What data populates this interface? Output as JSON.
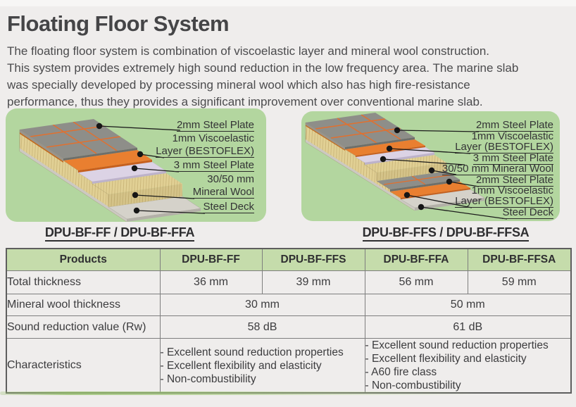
{
  "page": {
    "title": "Floating Floor System",
    "paragraph_lines": [
      "The floating floor system is combination of viscoelastic layer and mineral wool construction.",
      "This system provides extremely high sound reduction in the low frequency area. The marine slab",
      "was specially developed by processing mineral wool which also has high fire-resistance",
      "performance, thus they provides a significant improvement over conventional marine slab."
    ]
  },
  "diagrams": {
    "left": {
      "caption": "DPU-BF-FF / DPU-BF-FFA",
      "labels": {
        "steel_top": "2mm Steel Plate",
        "visco_a": "1mm Viscoelastic",
        "visco_b": "Layer (BESTOFLEX)",
        "steel_mid": "3 mm Steel Plate",
        "wool_a": "30/50 mm",
        "wool_b": "Mineral Wool",
        "deck": "Steel Deck"
      }
    },
    "right": {
      "caption": "DPU-BF-FFS / DPU-BF-FFSA",
      "labels": {
        "steel_top": "2mm Steel Plate",
        "visco1_a": "1mm Viscoelastic",
        "visco1_b": "Layer (BESTOFLEX)",
        "steel_mid": "3 mm Steel Plate",
        "wool": "30/50 mm Mineral Wool",
        "steel2": "2mm Steel Plate",
        "visco2_a": "1mm Viscoelastic",
        "visco2_b": "Layer (BESTOFLEX)",
        "deck": "Steel Deck"
      }
    }
  },
  "table": {
    "header": [
      "Products",
      "DPU-BF-FF",
      "DPU-BF-FFS",
      "DPU-BF-FFA",
      "DPU-BF-FFSA"
    ],
    "rows": {
      "total_thickness": {
        "label": "Total thickness",
        "values": [
          "36 mm",
          "39 mm",
          "56 mm",
          "59 mm"
        ]
      },
      "mineral_wool": {
        "label": "Mineral wool thickness",
        "values": [
          "30 mm",
          "50 mm"
        ]
      },
      "sound_reduction": {
        "label": "Sound reduction value (Rw)",
        "values": [
          "58 dB",
          "61 dB"
        ]
      },
      "characteristics": {
        "label": "Characteristics",
        "left_items": [
          "- Excellent sound reduction properties",
          "- Excellent flexibility and elasticity",
          "- Non-combustibility"
        ],
        "right_items": [
          "- Excellent sound reduction properties",
          "- Excellent flexibility and elasticity",
          "- A60 fire class",
          "- Non-combustibility"
        ]
      }
    }
  },
  "colors": {
    "panel_green": "#b3d69f",
    "table_header_green": "#c5dcab",
    "steel_plate_gray": "#8e8e89",
    "viscoelastic_orange": "#e97f30",
    "steel_plate_lavender": "#dcd3e5",
    "mineral_wool_tan": "#e8d9a0",
    "steel_deck_gray": "#d5d2ca",
    "accent_line_green": "#a8cc86"
  }
}
